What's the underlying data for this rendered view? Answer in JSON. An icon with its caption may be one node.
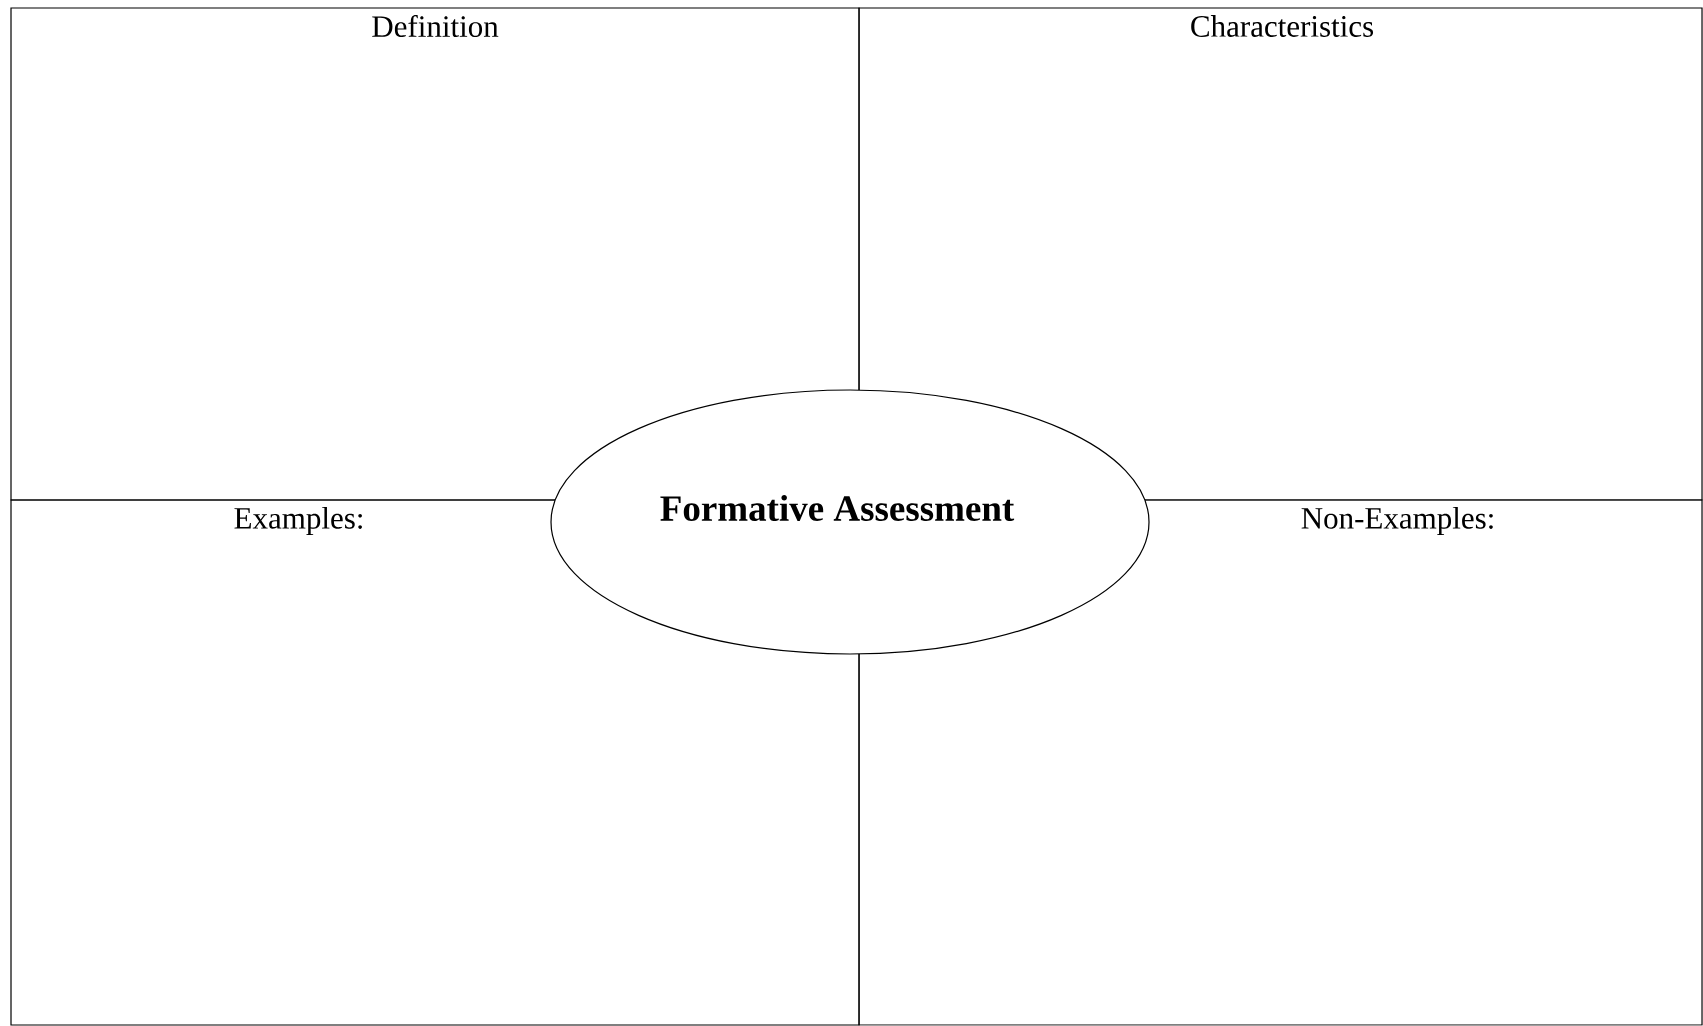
{
  "diagram": {
    "nodes": [
      {
        "text": [
          "Definition"
        ]
      },
      {
        "text": [
          "Characteristics"
        ]
      },
      {
        "text": [
          "Examples:"
        ]
      },
      {
        "text": [
          "Non-Examples:"
        ]
      },
      {
        "text": [
          "Formative Assessment"
        ]
      }
    ],
    "edges": []
  }
}
